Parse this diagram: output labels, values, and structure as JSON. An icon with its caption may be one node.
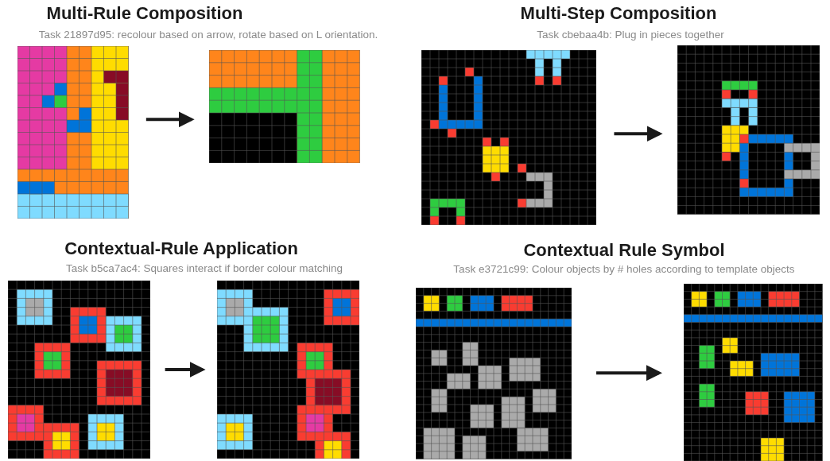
{
  "diagram": {
    "nodes": [
      {
        "text": [],
        "shape": "picture"
      },
      {
        "text": [],
        "shape": "picture"
      },
      {
        "text": [],
        "shape": "picture"
      },
      {
        "text": [],
        "shape": "picture"
      },
      {
        "text": [],
        "shape": "picture"
      },
      {
        "text": [],
        "shape": "picture"
      },
      {
        "text": [],
        "shape": "picture"
      },
      {
        "text": [],
        "shape": "picture"
      }
    ],
    "edges": [
      {
        "from": 0,
        "to": 1,
        "arrow": "to"
      },
      {
        "from": 2,
        "to": 3,
        "arrow": "to"
      },
      {
        "from": 4,
        "to": 5,
        "arrow": "to"
      },
      {
        "from": 6,
        "to": 7,
        "arrow": "to"
      }
    ],
    "labels": [
      "Multi-Rule Composition",
      "Task 21897d95: recolour based on arrow, rotate based on L orientation.",
      "Multi-Step Composition",
      "Task cbebaa4b: Plug in pieces together",
      "Contextual-Rule Application",
      "Task b5ca7ac4: Squares interact if border colour matching",
      "Contextual Rule Symbol",
      "Task e3721c99: Colour objects by # holes according to template objects"
    ]
  }
}
